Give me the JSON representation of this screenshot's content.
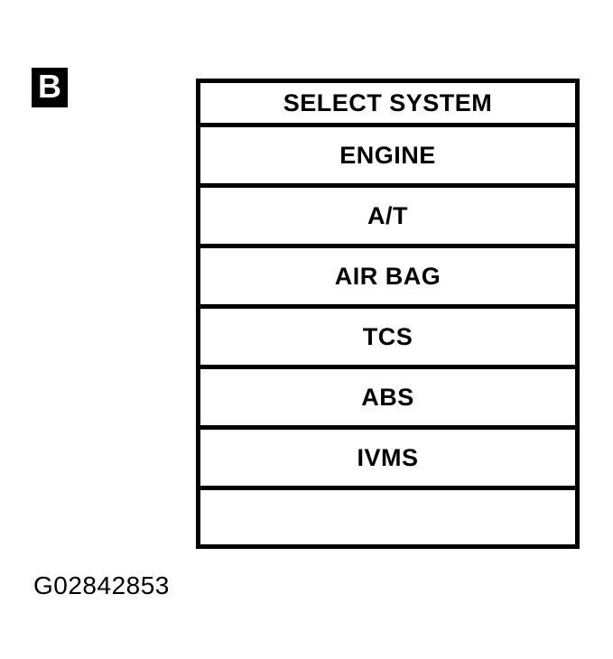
{
  "figure_label": "B",
  "menu": {
    "title": "SELECT SYSTEM",
    "items": [
      "ENGINE",
      "A/T",
      "AIR BAG",
      "TCS",
      "ABS",
      "IVMS",
      ""
    ]
  },
  "figure_id": "G02842853",
  "colors": {
    "ink": "#000000",
    "background": "#ffffff"
  }
}
